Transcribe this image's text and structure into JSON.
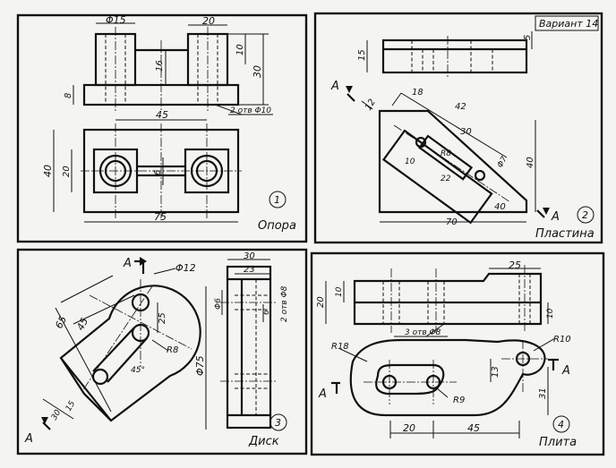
{
  "sheet": {
    "variant_label": "Вариант 14"
  },
  "panels": [
    {
      "number": "1",
      "title": "Опора",
      "dims": {
        "d15": "Φ15",
        "w20": "20",
        "h16": "16",
        "h10": "10",
        "h30": "30",
        "h8": "8",
        "holes": "2 отв Φ10",
        "l45": "45",
        "h40": "40",
        "h20": "20",
        "h6": "6",
        "l75": "75"
      }
    },
    {
      "number": "2",
      "title": "Пластина",
      "dims": {
        "h15": "15",
        "h5": "5",
        "l18": "18",
        "l42": "42",
        "h12": "12",
        "l30": "30",
        "l10": "10",
        "r8": "R8",
        "l22": "22",
        "d7": "Φ7",
        "h40": "40",
        "l40": "40",
        "l70": "70"
      },
      "section_mark": "A"
    },
    {
      "number": "3",
      "title": "Диск",
      "dims": {
        "d12": "Φ12",
        "l65": "65",
        "l45": "45",
        "h25": "25",
        "r8": "R8",
        "a45": "45°",
        "l15": "15",
        "l30": "30",
        "d75": "Φ75",
        "w30": "30",
        "w23": "23",
        "d6": "Φ6",
        "w6": "6",
        "holes": "2 отв Φ8"
      },
      "section_mark": "A"
    },
    {
      "number": "4",
      "title": "Плита",
      "dims": {
        "w25": "25",
        "h20": "20",
        "h10": "10",
        "h10b": "10",
        "holes": "3 отв Φ8",
        "r18": "R18",
        "r10": "R10",
        "h13": "13",
        "r9": "R9",
        "h31": "31",
        "l20": "20",
        "l45": "45"
      },
      "section_mark": "A"
    }
  ]
}
